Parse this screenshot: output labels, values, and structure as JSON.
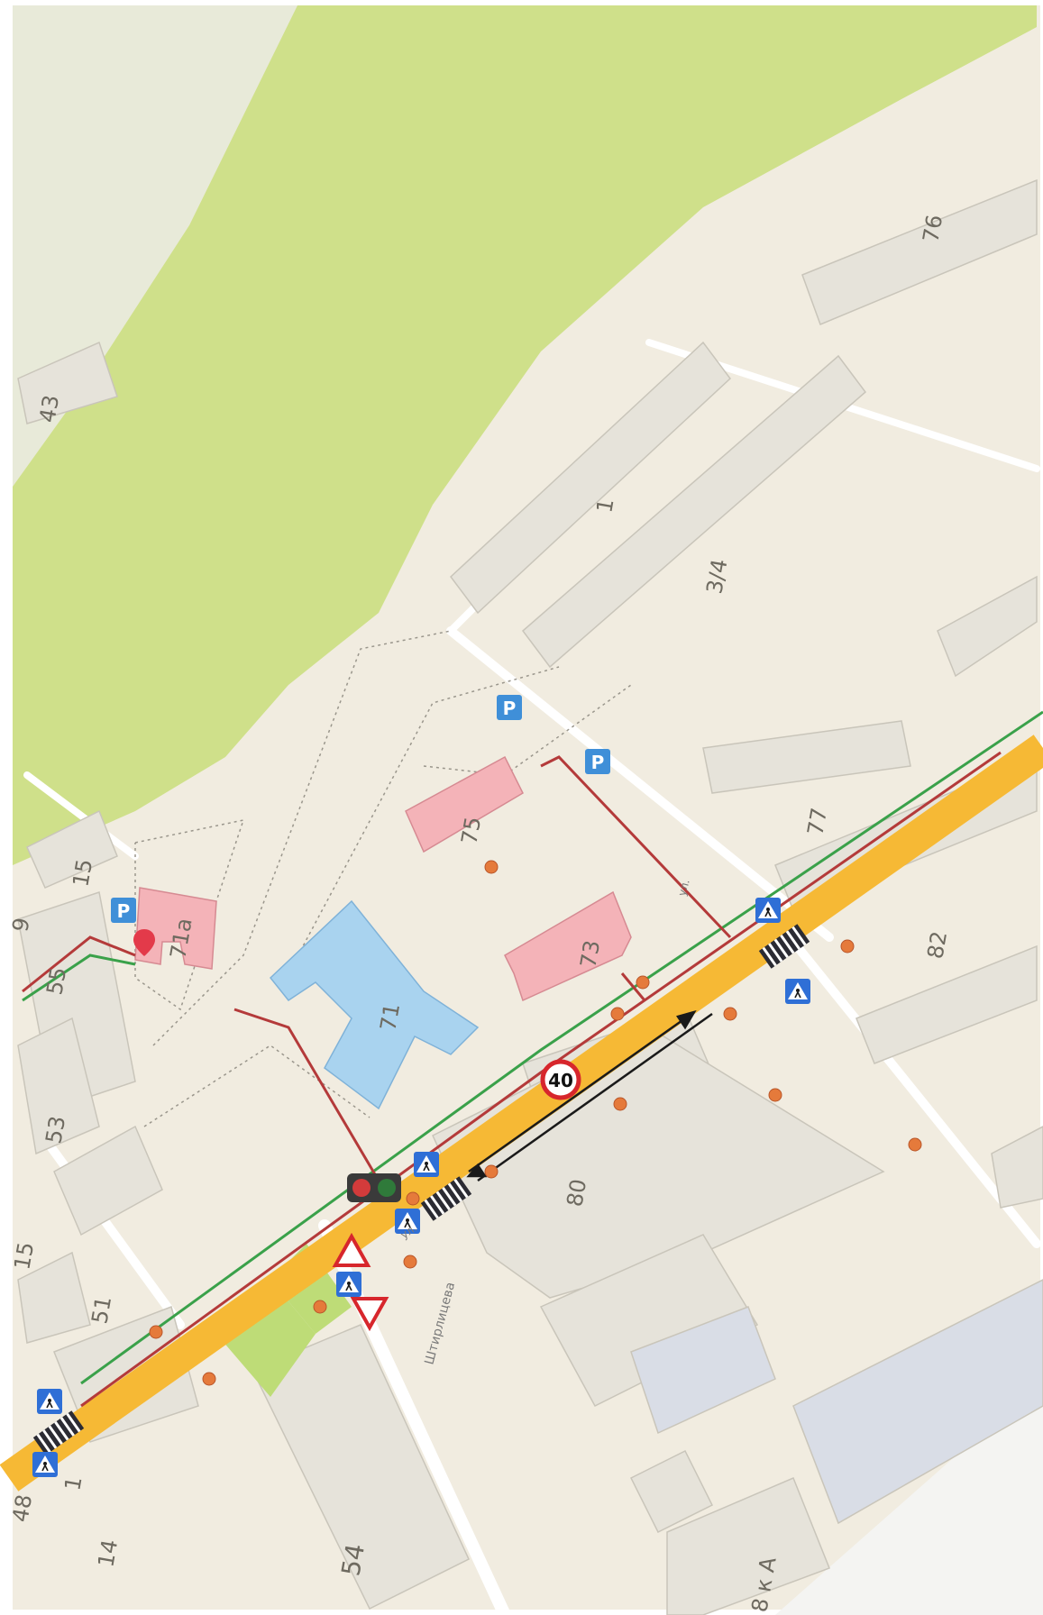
{
  "map": {
    "colors": {
      "land": "#f1ece0",
      "park": "#cfe08a",
      "park_light": "#e4ecd0",
      "building": "#e6e3da",
      "building_edge": "#c9c5ba",
      "school": "#a9d3ef",
      "kindergarten": "#f4b3b8",
      "main_road": "#f6b935",
      "route_red": "#b43a3a",
      "route_green": "#3aa14a",
      "parking": "#3f8fd8",
      "crossing_sign": "#2f6fd6"
    },
    "house_numbers": {
      "n43": "43",
      "n76": "76",
      "n1": "1",
      "n3_4": "3/4",
      "n15a": "15",
      "n9": "9",
      "n55": "55",
      "n71a": "71a",
      "n75": "75",
      "n71": "71",
      "n73": "73",
      "n77": "77",
      "n82": "82",
      "n53": "53",
      "n80": "80",
      "n15b": "15",
      "n51": "51",
      "n48": "48",
      "n14": "14",
      "n54": "54",
      "n8kA": "8 к А",
      "n1cut": "1"
    },
    "signs": {
      "parking_label": "P",
      "speed_limit": "40"
    },
    "street_labels": {
      "side_street": "Штирлицева",
      "small_lane": "ул.",
      "lane_near_77": "ул."
    }
  }
}
